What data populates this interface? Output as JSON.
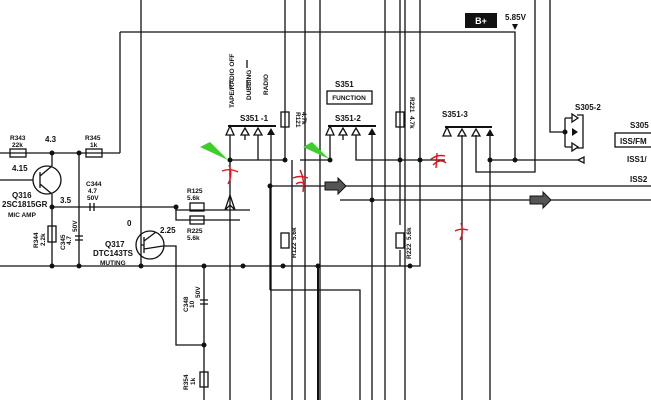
{
  "power": {
    "rail_label": "B+",
    "voltage": "5.85V"
  },
  "switch": {
    "name": "S351",
    "function_label": "FUNCTION",
    "sections": [
      "S351 -1",
      "S351-2",
      "S351-3"
    ],
    "modes": [
      "TAPE/RADIO OFF",
      "DUBBING",
      "RADIO"
    ]
  },
  "switch2": {
    "name": "S305-2",
    "name_partial": "S305",
    "labels": [
      "ISS/FM",
      "ISS1/",
      "ISS2"
    ]
  },
  "transistors": [
    {
      "ref": "Q316",
      "part": "2SC1815GR",
      "desc": "MIC AMP",
      "v_base": "4.15",
      "v_collector": "4.3",
      "v_emitter": "3.5"
    },
    {
      "ref": "Q317",
      "part": "DTC143TS",
      "desc": "MUTING",
      "v_base": "0",
      "v_collector": "2.25"
    }
  ],
  "resistors": [
    {
      "ref": "R343",
      "value": "22k"
    },
    {
      "ref": "R345",
      "value": "1k"
    },
    {
      "ref": "R344",
      "value": "2.2k"
    },
    {
      "ref": "R125",
      "value": "5.6k"
    },
    {
      "ref": "R225",
      "value": "5.6k"
    },
    {
      "ref": "R121",
      "value": "4.7k"
    },
    {
      "ref": "R221",
      "value": "4.7k"
    },
    {
      "ref": "R122",
      "value": "5.6k"
    },
    {
      "ref": "R222",
      "value": "5.6k"
    },
    {
      "ref": "R354",
      "value": "1k"
    }
  ],
  "capacitors": [
    {
      "ref": "C344",
      "value": "4.7",
      "voltage": "50V"
    },
    {
      "ref": "C345",
      "value": "4.7",
      "voltage": "50V"
    },
    {
      "ref": "C348",
      "value": "10",
      "voltage": "50V"
    }
  ],
  "colors": {
    "annotation_red": "#e0161b",
    "annotation_green": "#3ccf2a"
  }
}
